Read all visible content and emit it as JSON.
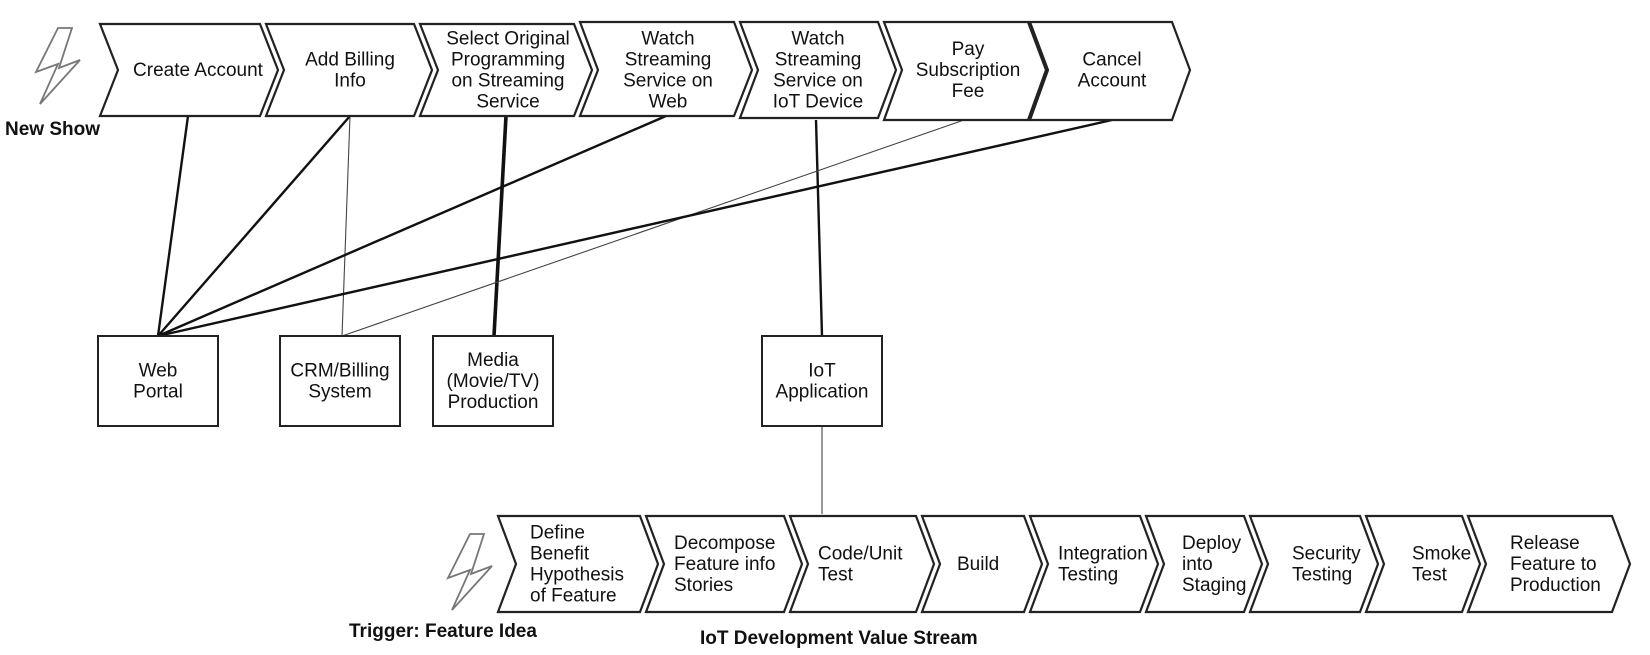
{
  "top_stream": {
    "trigger_label": "New Show",
    "trigger_icon": "lightning-bolt-icon",
    "steps": [
      {
        "lines": [
          "Create Account"
        ]
      },
      {
        "lines": [
          "Add Billing",
          "Info"
        ]
      },
      {
        "lines": [
          "Select Original",
          "Programming",
          "on Streaming",
          "Service"
        ]
      },
      {
        "lines": [
          "Watch",
          "Streaming",
          "Service on",
          "Web"
        ]
      },
      {
        "lines": [
          "Watch",
          "Streaming",
          "Service on",
          "IoT Device"
        ]
      },
      {
        "lines": [
          "Pay",
          "Subscription",
          "Fee"
        ]
      },
      {
        "lines": [
          "Cancel",
          "Account"
        ]
      }
    ]
  },
  "systems": [
    {
      "lines": [
        "Web",
        "Portal"
      ]
    },
    {
      "lines": [
        "CRM/Billing",
        "System"
      ]
    },
    {
      "lines": [
        "Media",
        "(Movie/TV)",
        "Production"
      ]
    },
    {
      "lines": [
        "IoT",
        "Application"
      ]
    }
  ],
  "bottom_stream": {
    "trigger_label": "Trigger: Feature Idea",
    "trigger_icon": "lightning-bolt-icon",
    "stream_label": "IoT Development Value Stream",
    "steps": [
      {
        "lines": [
          "Define",
          "Benefit",
          "Hypothesis",
          "of Feature"
        ]
      },
      {
        "lines": [
          "Decompose",
          "Feature info",
          "Stories"
        ]
      },
      {
        "lines": [
          "Code/Unit",
          "Test"
        ]
      },
      {
        "lines": [
          "Build"
        ]
      },
      {
        "lines": [
          "Integration",
          "Testing"
        ]
      },
      {
        "lines": [
          "Deploy",
          "into",
          "Staging"
        ]
      },
      {
        "lines": [
          "Security",
          "Testing"
        ]
      },
      {
        "lines": [
          "Smoke",
          "Test"
        ]
      },
      {
        "lines": [
          "Release",
          "Feature to",
          "Production"
        ]
      }
    ]
  }
}
